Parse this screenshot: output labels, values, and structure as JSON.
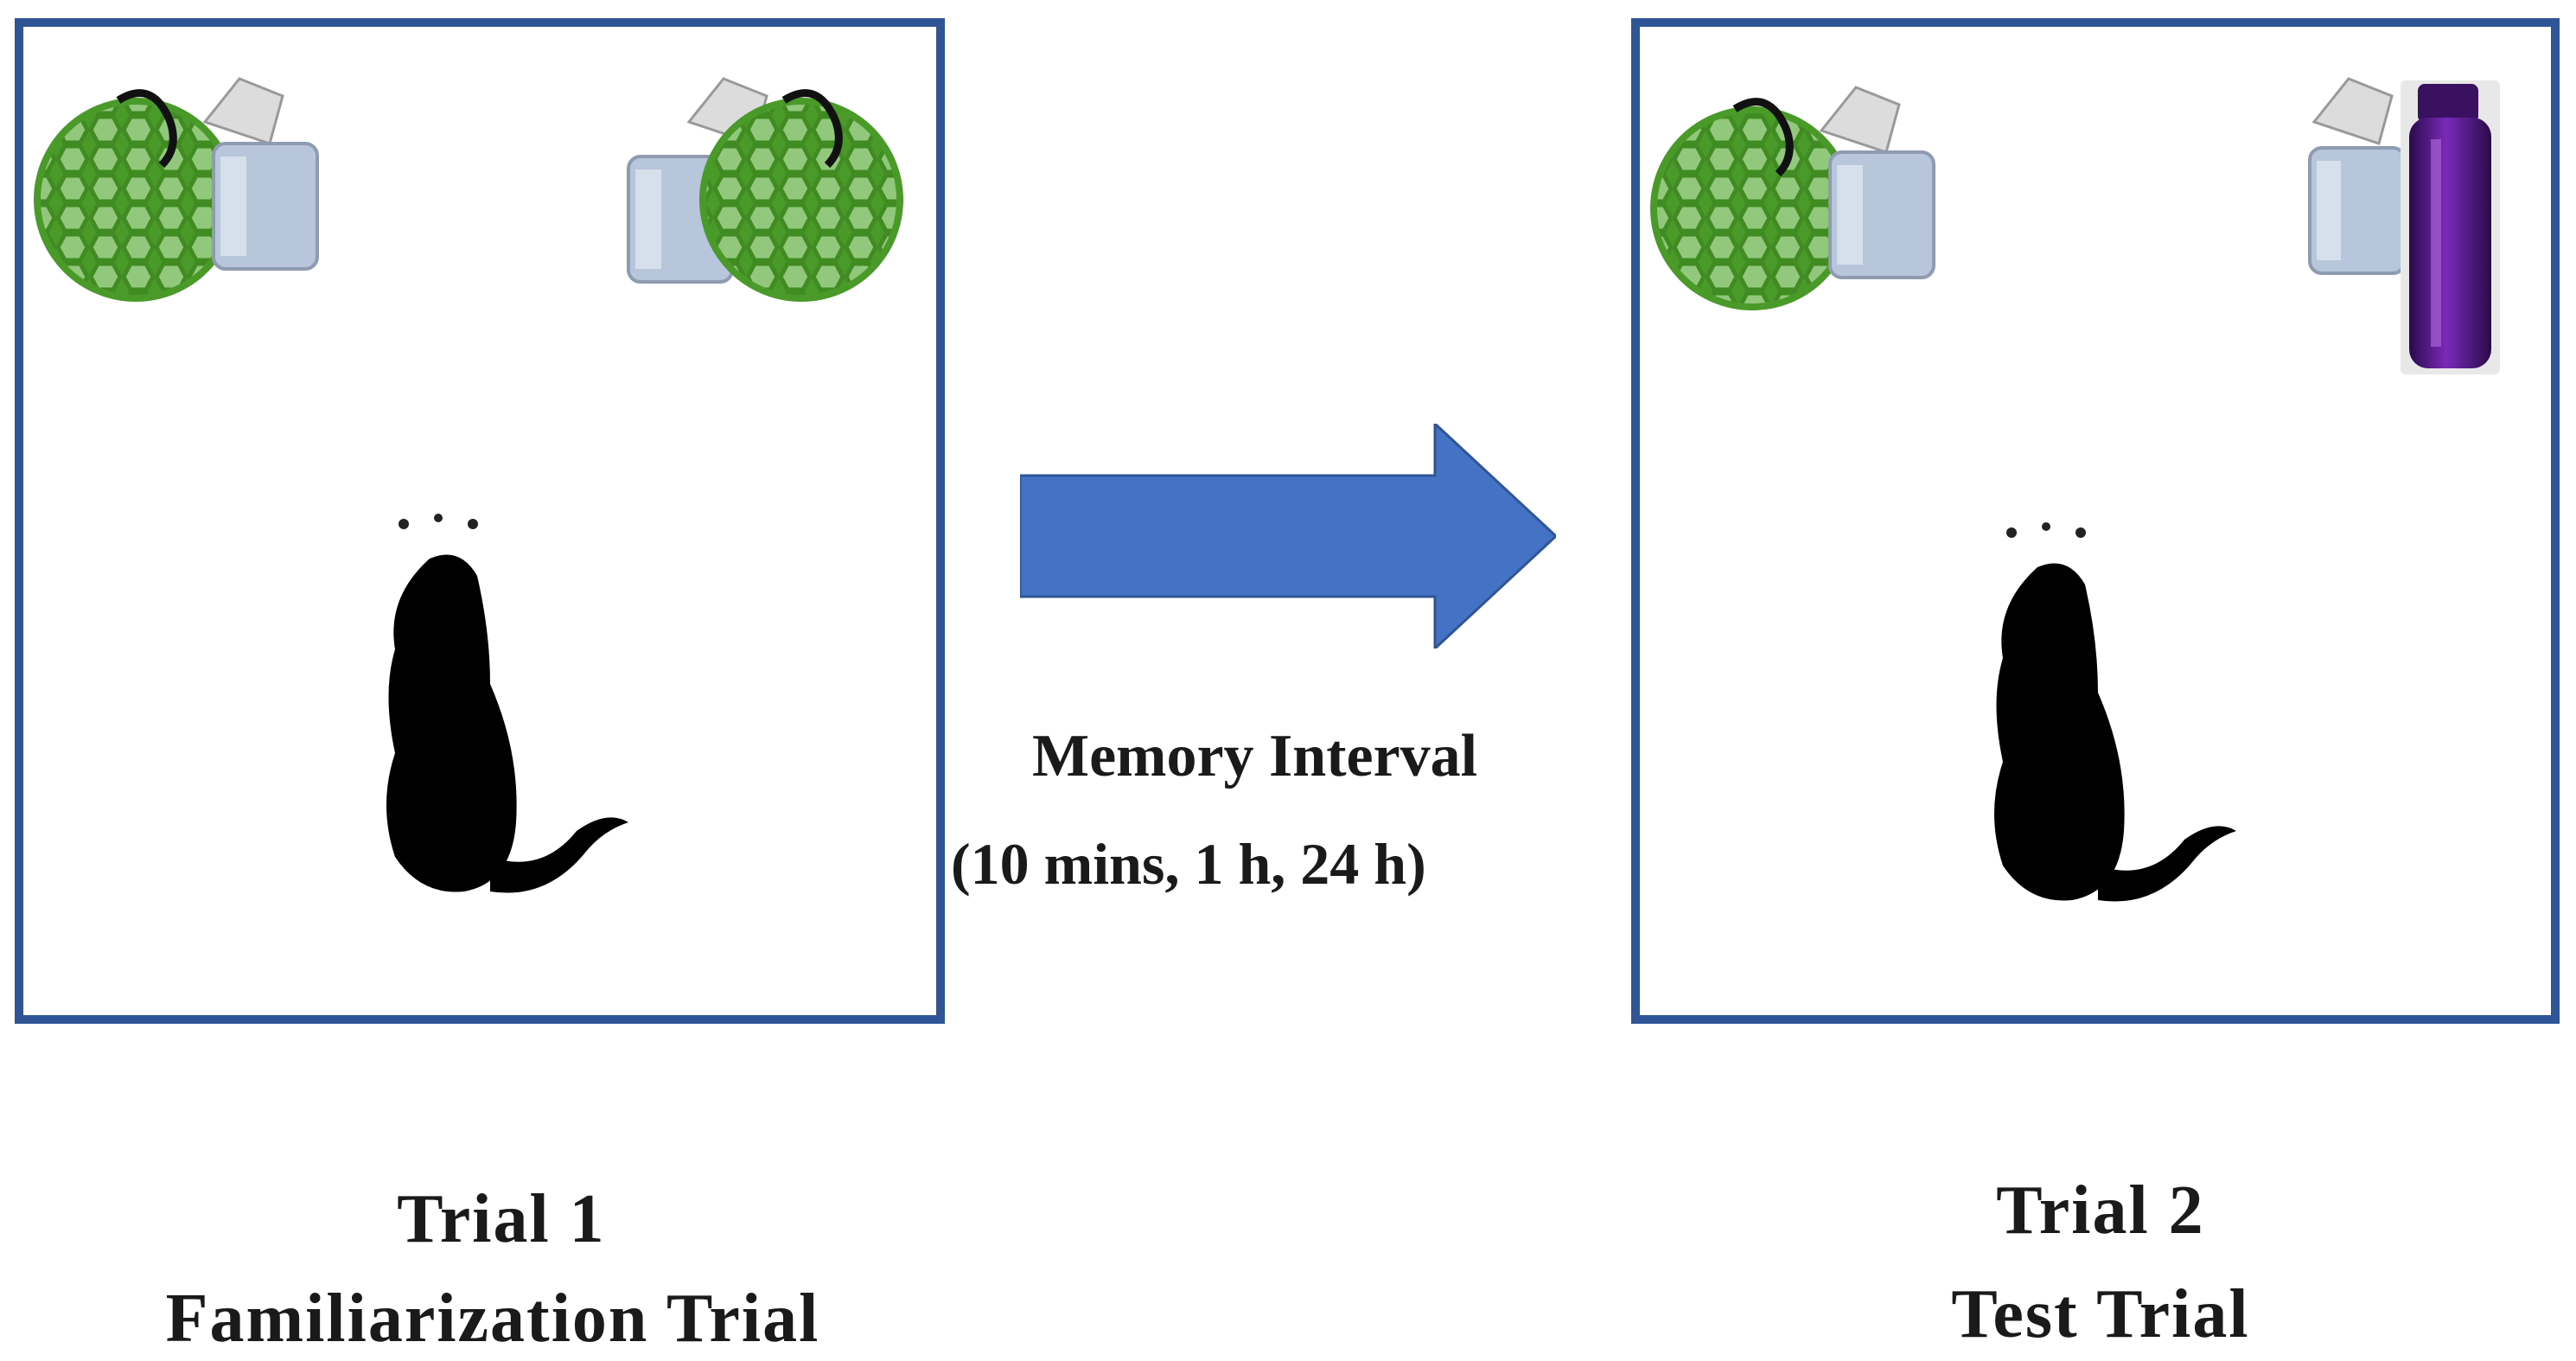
{
  "colors": {
    "arena_border": "#2f5597",
    "arrow_fill": "#4472c4",
    "ball_green": "#4a9a2a",
    "jar_blue": "#b8c6dc",
    "bottle_purple": "#5a1a8a",
    "rat": "#000000"
  },
  "panels": [
    {
      "title": "Trial 1",
      "subtitle": "Familiarization Trial",
      "objects": [
        "ball-with-jar-icon",
        "ball-with-jar-icon"
      ],
      "animal": "rat-icon"
    },
    {
      "title": "Trial 2",
      "subtitle": "Test Trial",
      "objects": [
        "ball-with-jar-icon",
        "bottle-with-jar-icon"
      ],
      "animal": "rat-icon"
    }
  ],
  "interval": {
    "title": "Memory Interval",
    "times": "(10 mins, 1 h, 24 h)"
  }
}
